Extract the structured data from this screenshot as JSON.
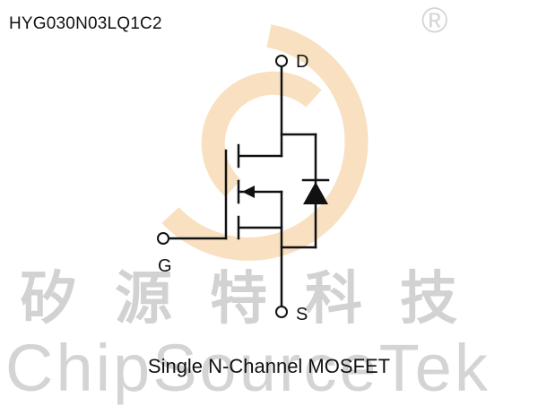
{
  "part_number": "HYG030N03LQ1C2",
  "watermark": {
    "registered_mark": "®",
    "chinese": "矽源特科技",
    "english": "ChipSourceTek",
    "logo_color": "#f2c590"
  },
  "pins": {
    "drain": "D",
    "gate": "G",
    "source": "S"
  },
  "caption": "Single N-Channel MOSFET"
}
